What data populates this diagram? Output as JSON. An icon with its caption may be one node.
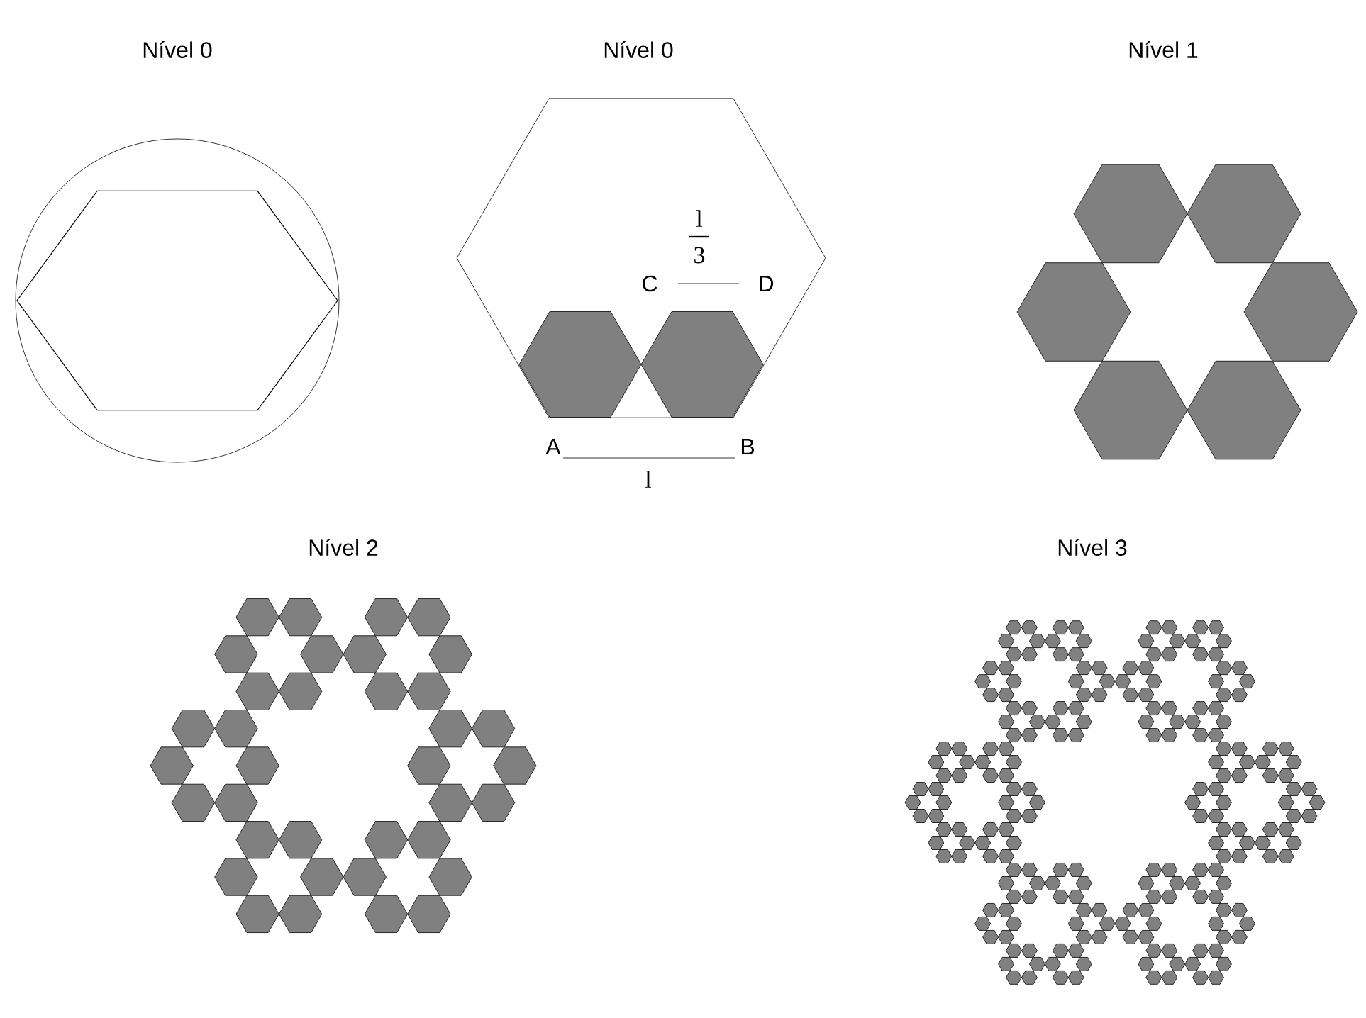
{
  "diagram": {
    "labels": [
      "Nível 0",
      "Nível 0",
      "Nível 1",
      "l",
      "3",
      "C",
      "D",
      "A",
      "B",
      "l",
      "Nível 2",
      "Nível 3"
    ]
  }
}
